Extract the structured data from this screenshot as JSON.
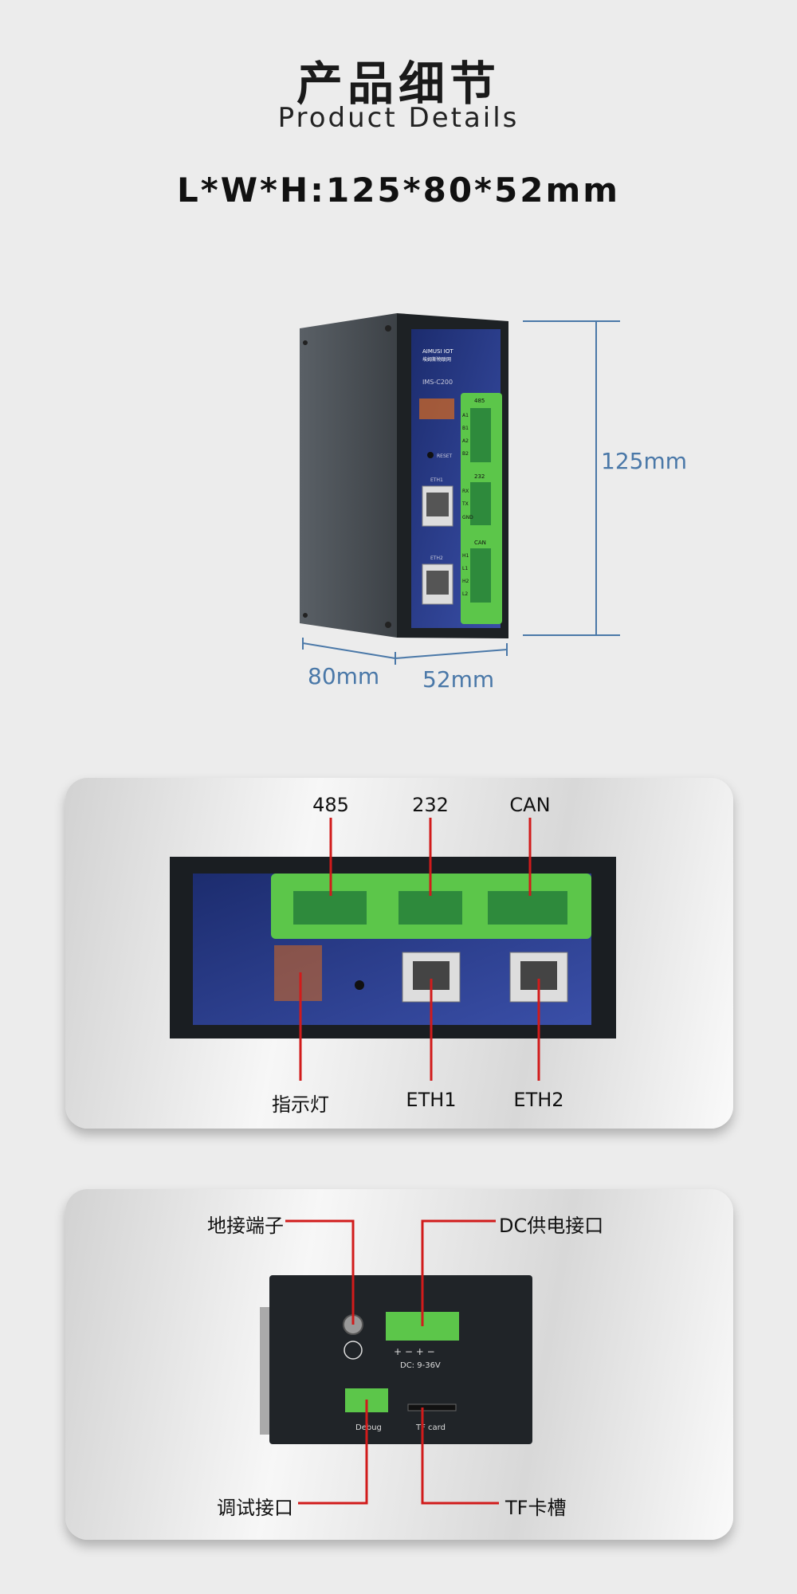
{
  "header": {
    "title_cn": "产品细节",
    "title_en": "Product Details",
    "dimensions": "L*W*H:125*80*52mm"
  },
  "device_view": {
    "height_label": "125mm",
    "length_label": "80mm",
    "width_label": "52mm",
    "brand": "AIMUSI IOT",
    "brand_cn": "埃姆斯物联网",
    "model": "IMS-C200",
    "reset_label": "RESET",
    "eth1_label": "ETH1",
    "eth2_label": "ETH2",
    "port_485_label": "485",
    "port_485_pins": [
      "A1",
      "B1",
      "A2",
      "B2"
    ],
    "port_232_label": "232",
    "port_232_pins": [
      "RX",
      "TX",
      "GND"
    ],
    "port_can_label": "CAN",
    "port_can_pins": [
      "H1",
      "L1",
      "H2",
      "L2"
    ]
  },
  "front_panel": {
    "callout_485": "485",
    "callout_232": "232",
    "callout_can": "CAN",
    "callout_indicator": "指示灯",
    "callout_eth1": "ETH1",
    "callout_eth2": "ETH2"
  },
  "back_panel": {
    "callout_ground": "地接端子",
    "callout_dc": "DC供电接口",
    "callout_debug": "调试接口",
    "callout_tf": "TF卡槽",
    "dc_signs": "+ − + −",
    "dc_range": "DC: 9-36V",
    "debug_label": "Debug",
    "tf_label": "TF card"
  },
  "colors": {
    "accent_line": "#d11b1b",
    "dimension_line": "#4a78a8",
    "terminal_green": "#5cc64a",
    "panel_blue": "#2a3a8a"
  }
}
